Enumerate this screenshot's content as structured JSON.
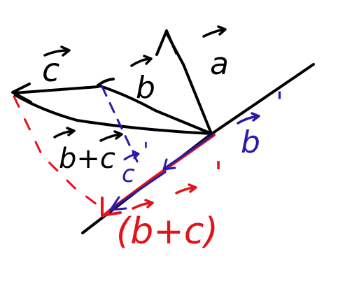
{
  "colors": {
    "background": "#ffffff",
    "black_ink": "#000000",
    "blue_ink": "#2a1aa8",
    "red_ink": "#e0141a"
  },
  "labels": {
    "a": "a",
    "b": "b",
    "c": "c",
    "b_plus_c": "b+c",
    "b_proj": "b",
    "b_proj_prime": "'",
    "c_proj": "c",
    "c_proj_prime": "'",
    "b_plus_c_proj": "(b+c)",
    "b_plus_c_proj_prime": "'"
  }
}
